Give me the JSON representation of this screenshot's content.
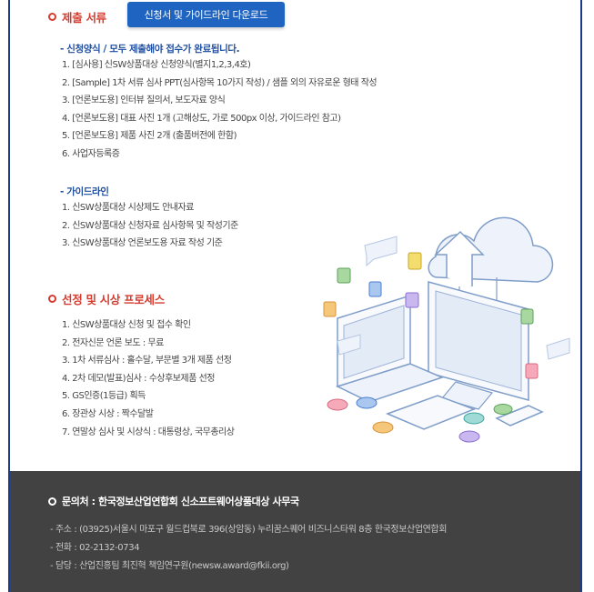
{
  "submission": {
    "title": "제출 서류",
    "download_button": "신청서 및 가이드라인 다운로드",
    "forms_heading": "- 신청양식 / 모두 제출해야 접수가 완료됩니다.",
    "forms": [
      "1. [심사용] 신SW상품대상 신청양식(별지1,2,3,4호)",
      "2. [Sample] 1차 서류 심사 PPT(심사항목 10가지 작성) / 샘플 외의 자유로운 형태 작성",
      "3. [언론보도용] 인터뷰 질의서, 보도자료 양식",
      "4. [언론보도용] 대표 사진 1개 (고해상도, 가로 500px 이상, 가이드라인 참고)",
      "5. [언론보도용] 제품 사진 2개 (출품버전에 한함)",
      "6. 사업자등록증"
    ],
    "guide_heading": "- 가이드라인",
    "guides": [
      "1. 신SW상품대상 시상제도 안내자료",
      "2. 신SW상품대상 신청자료 심사항목 및 작성기준",
      "3. 신SW상품대상 언론보도용 자료 작성 기준"
    ]
  },
  "process": {
    "title": "선정 및 시상 프로세스",
    "steps": [
      "1. 신SW상품대상 신청 및 접수 확인",
      "2. 전자신문 언론 보도 : 무료",
      "3. 1차 서류심사 : 홀수달, 부문별 3개 제품 선정",
      "4. 2차 데모(발표)심사 : 수상후보제품 선정",
      "5. GS인증(1등급) 획득",
      "6. 장관상 시상 : 짝수달발",
      "7. 연말상 심사 및 시상식 : 대통령상, 국무총리상"
    ]
  },
  "contact": {
    "title": "문의처 : 한국정보산업연합회 신소프트웨어상품대상 사무국",
    "lines": [
      "- 주소 : (03925)서울시 마포구 월드컵북로 396(상암동) 누리꿈스퀘어 비즈니스타워 8층 한국정보산업연합회",
      "- 전화 : 02-2132-0734",
      "- 담당 : 산업진흥팀 최진혁 책임연구원(newsw.award@fkii.org)"
    ]
  },
  "colors": {
    "accent_red": "#d63b2f",
    "button_blue": "#1f64c0",
    "heading_blue": "#1f4ea0",
    "footer_bg": "#424242",
    "frame_navy": "#1e3a8a"
  }
}
